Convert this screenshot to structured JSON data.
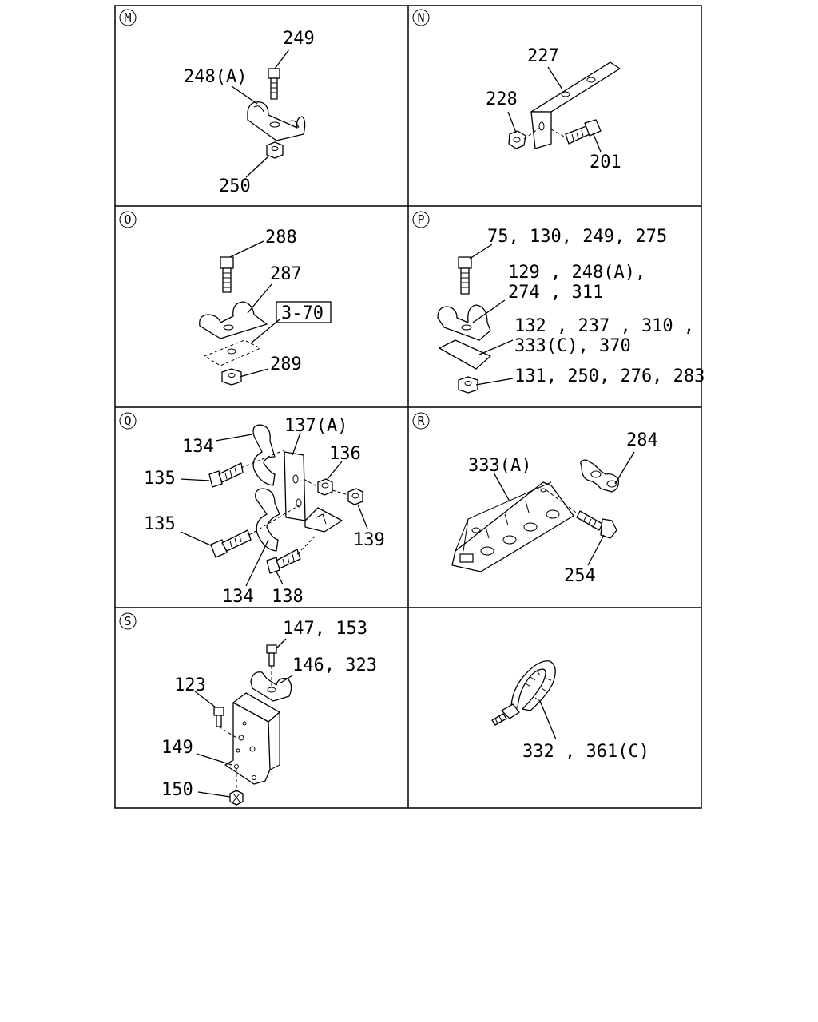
{
  "panels": {
    "M": {
      "letter": "M",
      "labels": {
        "bolt": "249",
        "clamp": "248(A)",
        "nut": "250"
      }
    },
    "N": {
      "letter": "N",
      "labels": {
        "bracket": "227",
        "nut": "228",
        "bolt": "201"
      }
    },
    "O": {
      "letter": "O",
      "labels": {
        "bolt": "288",
        "clamp": "287",
        "ref_box": "3-70",
        "nut": "289"
      }
    },
    "P": {
      "letter": "P",
      "labels": {
        "bolt": "75, 130, 249, 275",
        "clamp_1": "129 , 248(A),",
        "clamp_2": "274 , 311",
        "plate_1": "132 , 237 , 310 ,",
        "plate_2": "333(C), 370",
        "nut": "131, 250, 276, 283"
      }
    },
    "Q": {
      "letter": "Q",
      "labels": {
        "clamp_top": "134",
        "bracket": "137(A)",
        "nut_136": "136",
        "bolt_top": "135",
        "bolt_bottom": "135",
        "washer": "139",
        "clamp_bottom": "134",
        "bolt_138": "138"
      }
    },
    "R": {
      "letter": "R",
      "labels": {
        "bracket": "333(A)",
        "clip": "284",
        "bolt": "254"
      }
    },
    "S": {
      "letter": "S",
      "labels": {
        "bolt_top": "147, 153",
        "clamp": "146, 323",
        "bolt_small": "123",
        "bracket": "149",
        "nut": "150"
      }
    },
    "T": {
      "letter": "",
      "labels": {
        "tie": "332 , 361(C)"
      }
    }
  }
}
